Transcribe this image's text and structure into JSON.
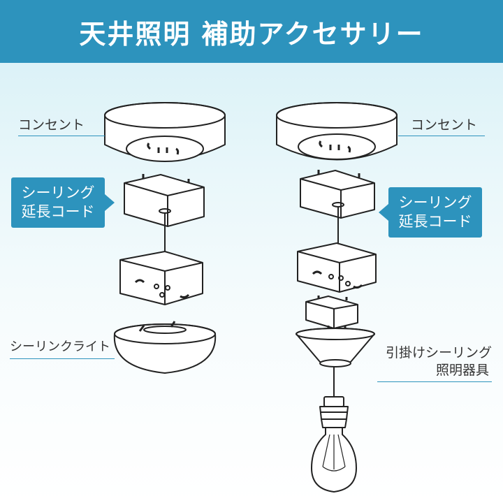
{
  "header": {
    "title": "天井照明 補助アクセサリー"
  },
  "left": {
    "outlet_label": "コンセント",
    "cord_label_line1": "シーリング",
    "cord_label_line2": "延長コード",
    "light_label": "シーリンクライト"
  },
  "right": {
    "outlet_label": "コンセント",
    "cord_label_line1": "シーリング",
    "cord_label_line2": "延長コード",
    "pendant_label_line1": "引掛けシーリング",
    "pendant_label_line2": "照明器具"
  },
  "colors": {
    "accent": "#2d93bd",
    "line_art": "#222222"
  }
}
